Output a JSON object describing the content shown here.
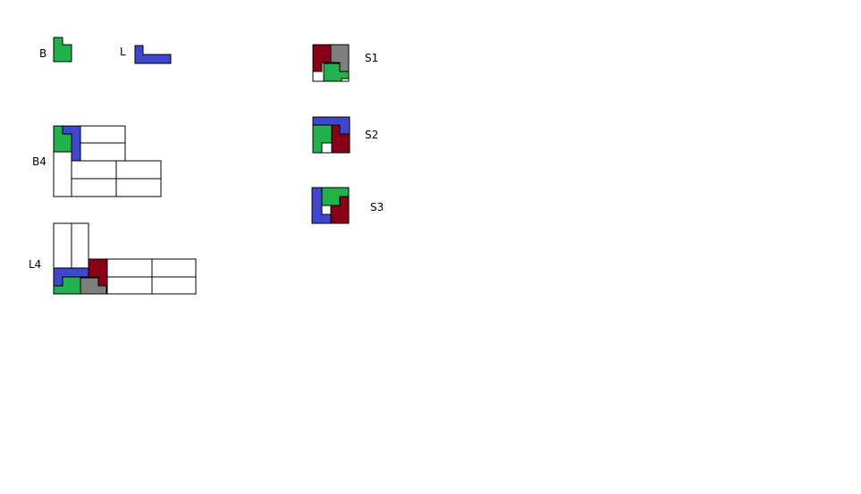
{
  "labels": {
    "b": "B",
    "l": "L",
    "b4": "B4",
    "l4": "L4",
    "s1": "S1",
    "s2": "S2",
    "s3": "S3"
  },
  "colors": {
    "green": "#22b14c",
    "blue": "#3f48cc",
    "red": "#880015",
    "gray": "#7f7f7f",
    "outline": "#000000",
    "background": "#ffffff"
  }
}
